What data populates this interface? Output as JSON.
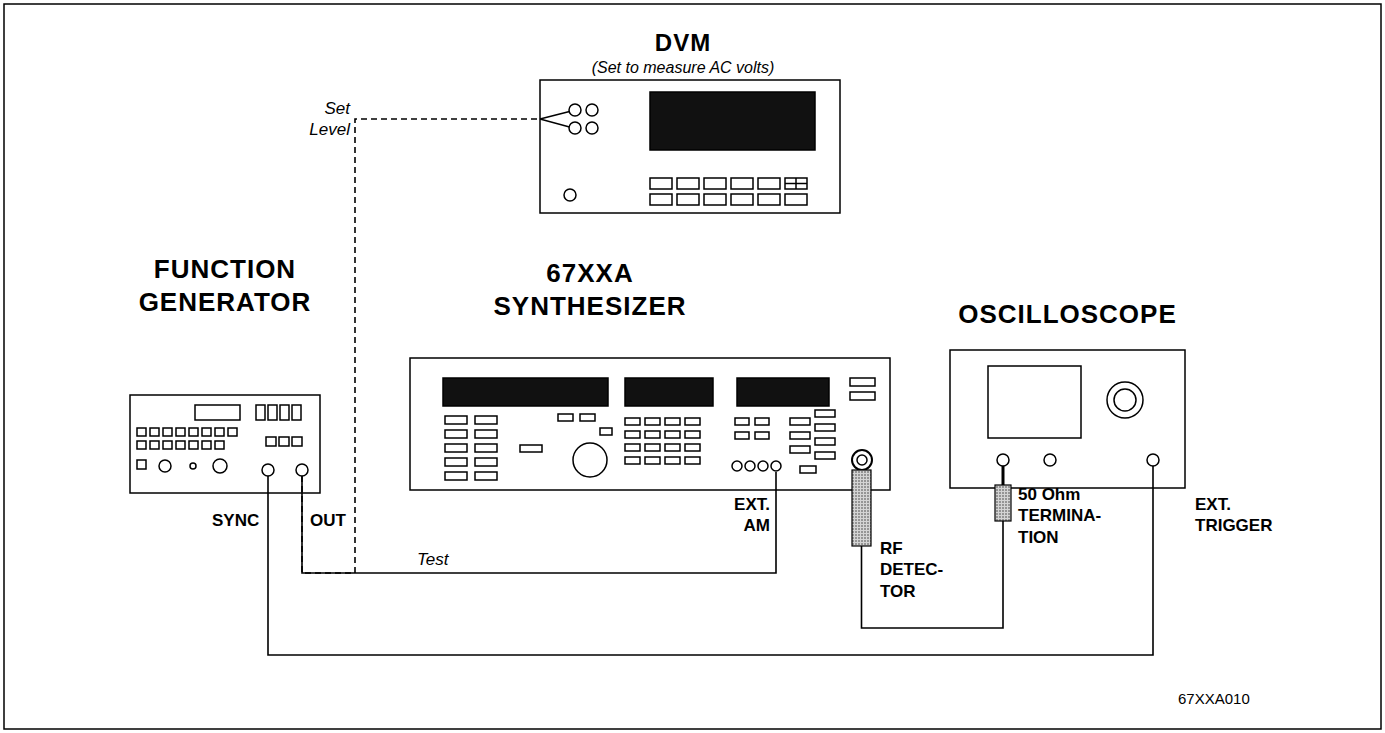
{
  "diagram": {
    "nodes": [
      {
        "text": [
          "DVM",
          "(Set to measure AC volts)"
        ]
      },
      {
        "text": [
          "FUNCTION GENERATOR"
        ]
      },
      {
        "text": [
          "67XXA SYNTHESIZER"
        ]
      },
      {
        "text": [
          "OSCILLOSCOPE"
        ]
      },
      {
        "text": [
          "RF DETEC- TOR"
        ]
      },
      {
        "text": [
          "50 Ohm TERMINA- TION"
        ]
      }
    ],
    "edges": [
      {
        "from": 1,
        "to": 2,
        "arrow": "none",
        "label": "Test"
      },
      {
        "from": 1,
        "to": 0,
        "arrow": "none",
        "label": "Set Level"
      },
      {
        "from": 1,
        "to": 3,
        "arrow": "none"
      },
      {
        "from": 4,
        "to": 5,
        "arrow": "none"
      }
    ],
    "labels": [
      "SYNC",
      "OUT",
      "EXT. AM",
      "EXT. TRIGGER",
      "67XXA010"
    ]
  }
}
